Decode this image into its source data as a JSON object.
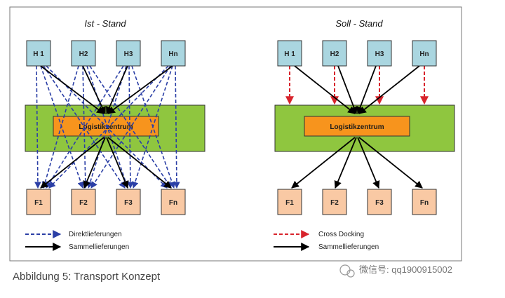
{
  "diagram": {
    "panels": [
      {
        "title": "Ist - Stand",
        "h_nodes": [
          "H 1",
          "H2",
          "H3",
          "Hn"
        ],
        "center": "Logistikzentrum",
        "f_nodes": [
          "F1",
          "F2",
          "F3",
          "Fn"
        ],
        "legend": [
          "Direktlieferungen",
          "Sammellieferungen"
        ]
      },
      {
        "title": "Soll - Stand",
        "h_nodes": [
          "H 1",
          "H2",
          "H3",
          "Hn"
        ],
        "center": "Logistikzentrum",
        "f_nodes": [
          "F1",
          "F2",
          "F3",
          "Fn"
        ],
        "legend": [
          "Cross Docking",
          "Sammellieferungen"
        ]
      }
    ],
    "colors": {
      "h_box": "#aad6e0",
      "f_box": "#f9c9a4",
      "green_band": "#8fc63f",
      "center_box": "#f7941d",
      "direct_line": "#2b3fa6",
      "cross_dock": "#d8242c",
      "collect_line": "#000000"
    }
  },
  "caption": "Abbildung 5: Transport Konzept",
  "watermark": "微信号: qq1900915002"
}
